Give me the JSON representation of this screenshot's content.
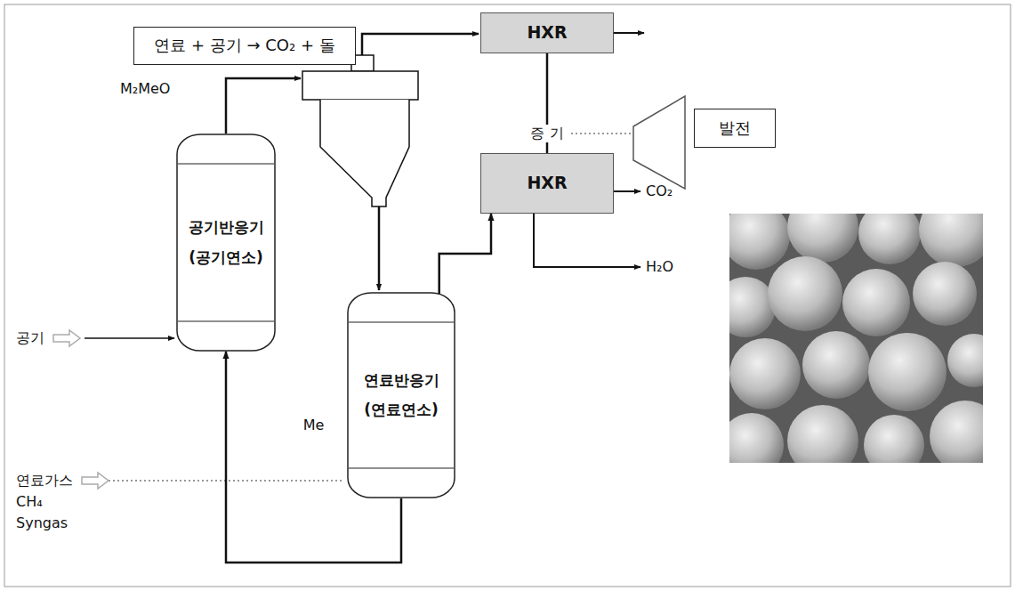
{
  "diagram": {
    "nodes": [
      {
        "text": [
          "연료 + 공기 → CO₂ + 돌"
        ]
      },
      {
        "text": [
          "HXR"
        ]
      },
      {
        "text": [
          "공기반응기",
          "(공기연소)"
        ]
      },
      {
        "text": [
          "HXR"
        ]
      },
      {
        "text": [
          "발전"
        ]
      },
      {
        "text": [
          "연료반응기",
          "(연료연소)"
        ]
      }
    ],
    "edges": [
      {
        "from": 1,
        "to": 3,
        "label": "증 기",
        "arrow": "none"
      },
      {
        "from": 5,
        "to": 3,
        "arrow": "to"
      },
      {
        "from": 5,
        "to": 2,
        "label": "Me",
        "arrow": "to"
      }
    ],
    "labels": [
      "M₂MeO",
      "공기",
      "연료가스",
      "CH₄",
      "Syngas",
      "CO₂",
      "H₂O"
    ]
  }
}
